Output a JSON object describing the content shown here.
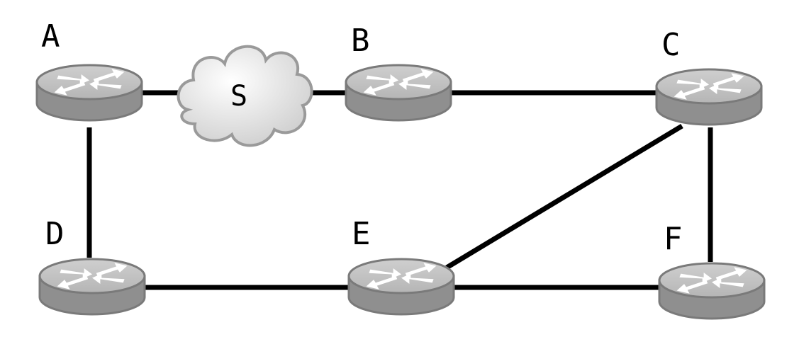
{
  "nodes": {
    "A": {
      "label": "A",
      "type": "router"
    },
    "B": {
      "label": "B",
      "type": "router"
    },
    "C": {
      "label": "C",
      "type": "router"
    },
    "D": {
      "label": "D",
      "type": "router"
    },
    "E": {
      "label": "E",
      "type": "router"
    },
    "F": {
      "label": "F",
      "type": "router"
    },
    "S": {
      "label": "S",
      "type": "cloud"
    }
  },
  "links": [
    [
      "A",
      "S"
    ],
    [
      "S",
      "B"
    ],
    [
      "B",
      "C"
    ],
    [
      "A",
      "D"
    ],
    [
      "D",
      "E"
    ],
    [
      "E",
      "F"
    ],
    [
      "E",
      "C"
    ],
    [
      "C",
      "F"
    ]
  ],
  "colors": {
    "router_top": "#c2c2c2",
    "router_side": "#8f8f8f",
    "router_outline": "#7a7a7a",
    "router_arrows": "#ffffff",
    "cloud_fill": "#dcdcdc",
    "cloud_outline": "#9a9a9a",
    "link": "#000000"
  }
}
